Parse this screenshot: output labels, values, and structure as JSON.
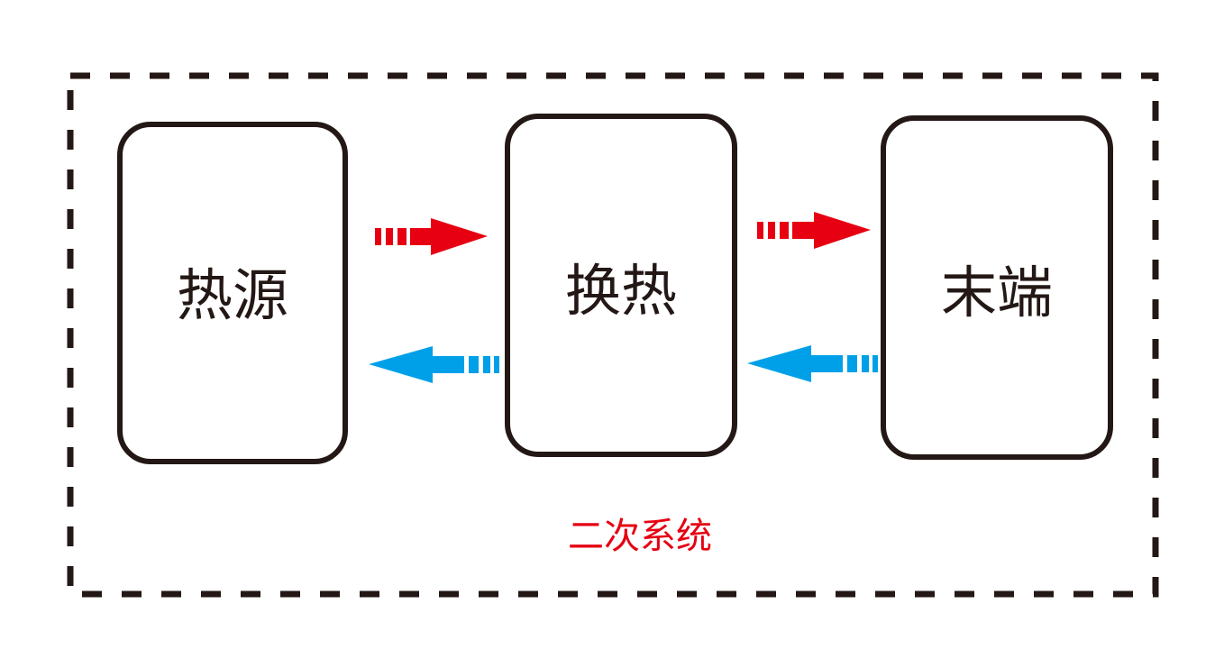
{
  "diagram": {
    "nodes": [
      {
        "id": "heat_source",
        "label": "热源"
      },
      {
        "id": "heat_exchange",
        "label": "换热"
      },
      {
        "id": "terminal",
        "label": "末端"
      }
    ],
    "system_label": "二次系统",
    "colors": {
      "box_stroke": "#231815",
      "dashed_border": "#231815",
      "supply_arrow": "#e60012",
      "return_arrow": "#00a0e9",
      "system_label": "#e60012"
    },
    "arrows": [
      {
        "from": "heat_source",
        "to": "heat_exchange",
        "kind": "supply"
      },
      {
        "from": "heat_exchange",
        "to": "terminal",
        "kind": "supply"
      },
      {
        "from": "heat_exchange",
        "to": "heat_source",
        "kind": "return"
      },
      {
        "from": "terminal",
        "to": "heat_exchange",
        "kind": "return"
      }
    ]
  }
}
